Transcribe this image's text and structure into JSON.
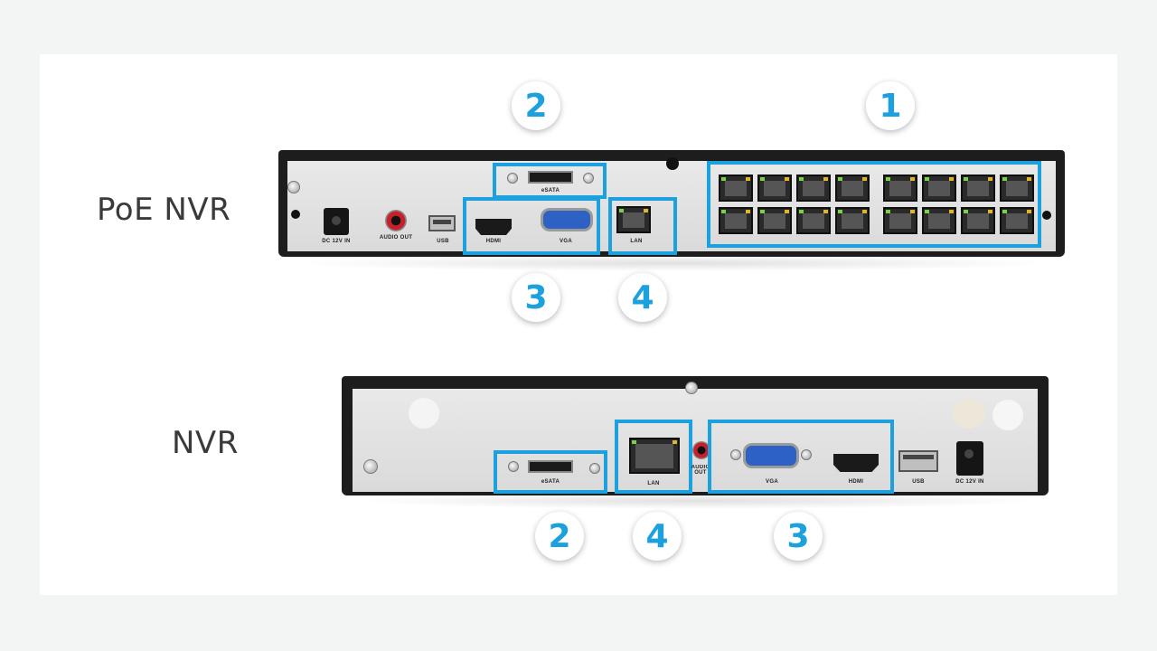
{
  "devices": {
    "poe_nvr": {
      "name": "PoE NVR",
      "ports": {
        "dc_in": "DC 12V IN",
        "audio_out": "AUDIO OUT",
        "usb": "USB",
        "hdmi": "HDMI",
        "vga": "VGA",
        "esata": "eSATA",
        "lan": "LAN"
      },
      "callouts": [
        "1",
        "2",
        "3",
        "4"
      ]
    },
    "nvr": {
      "name": "NVR",
      "ports": {
        "esata": "eSATA",
        "lan": "LAN",
        "audio_out": "AUDIO OUT",
        "vga": "VGA",
        "hdmi": "HDMI",
        "usb": "USB",
        "dc_in": "DC 12V IN"
      },
      "callouts": [
        "2",
        "4",
        "3"
      ]
    }
  },
  "colors": {
    "accent": "#1ca1de",
    "chassis": "#1d1d1d",
    "panel": "#e4e4e4"
  }
}
